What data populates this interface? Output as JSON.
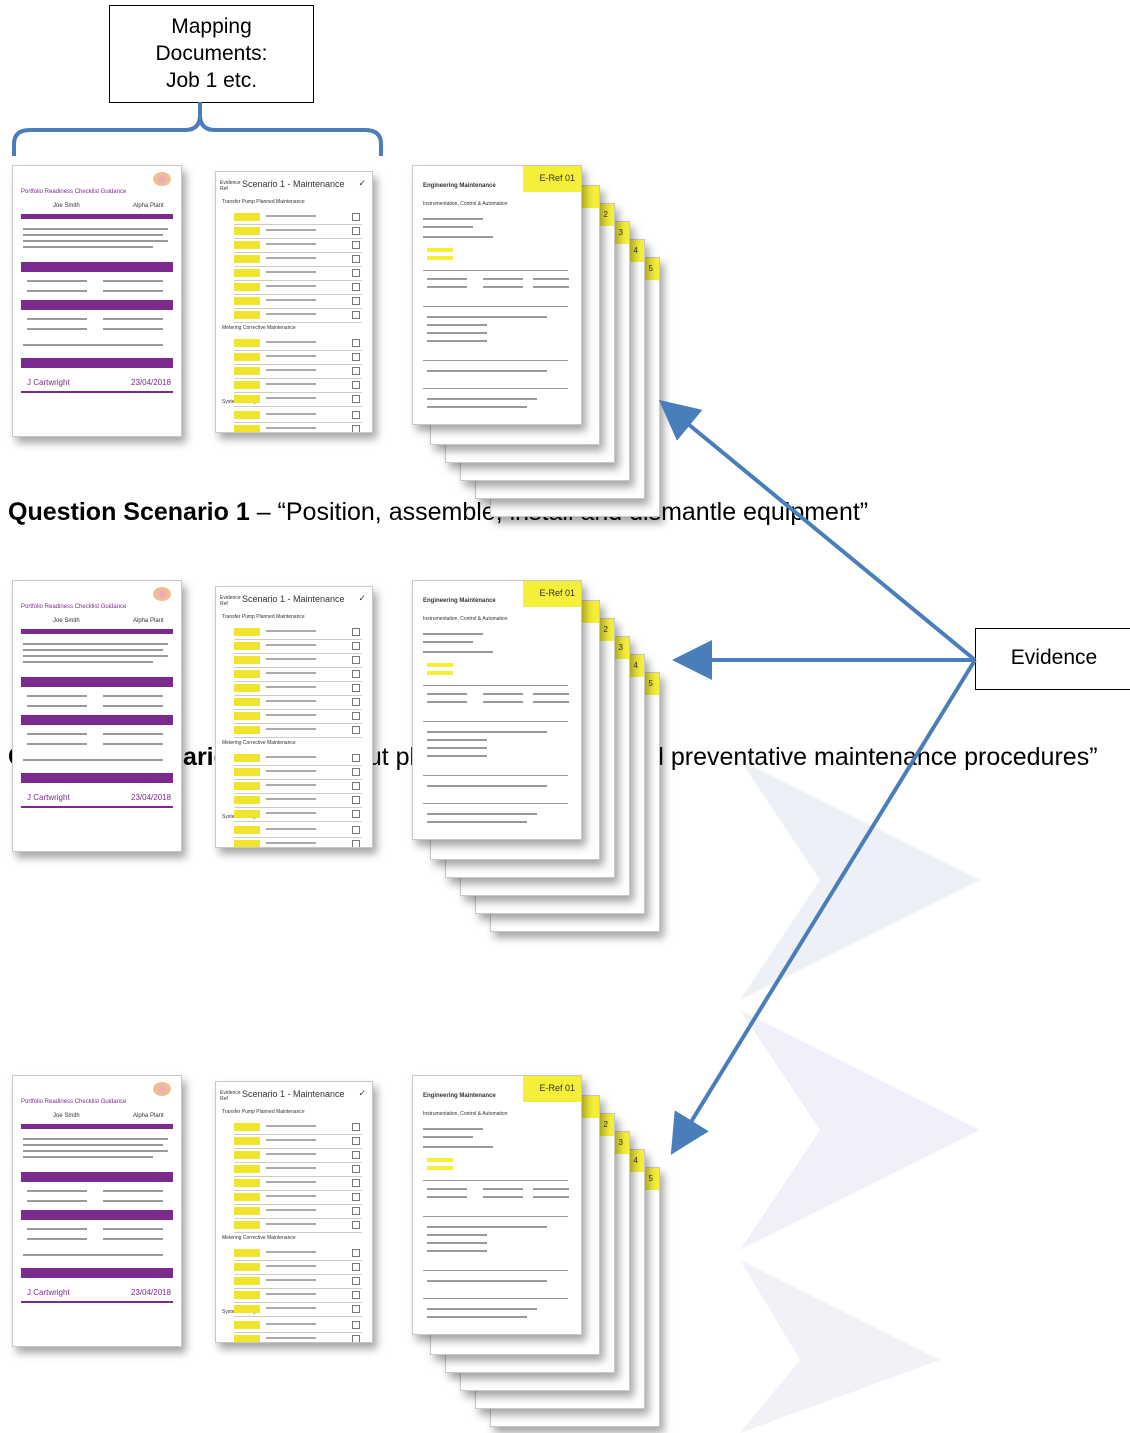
{
  "labels": {
    "mapping_box": [
      "Mapping",
      "Documents:",
      "Job 1 etc."
    ],
    "evidence_box": "Evidence"
  },
  "captions": {
    "q1_bold": "Question Scenario 1",
    "q1_rest": " – “Position, assemble, install and dismantle equipment”",
    "q2_bold": "Question Scenario 2",
    "q2_rest": " – “Carry out planned, unplanned and preventative maintenance procedures”"
  },
  "documents": {
    "checklist_title": "Portfolio Readiness Checklist Guidance",
    "checklist_names": [
      "Joe Smith",
      "Alpha Plant"
    ],
    "checklist_signature": "J Cartwright",
    "checklist_date": "23/04/2018",
    "mapping_title": "Scenario 1 - Maintenance",
    "mapping_header_ref": "Evidence Ref",
    "mapping_tick": "✓",
    "mapping_sections": [
      "Transfer Pump Planned Maintenance",
      "Metering Corrective Maintenance",
      "System Testing"
    ],
    "evidence_title": "Engineering Maintenance",
    "evidence_subtitle": "Instrumentation, Control & Automation",
    "evidence_ref": "E-Ref 01",
    "stack_numbers": [
      "2",
      "3",
      "4",
      "5"
    ]
  },
  "colors": {
    "arrow": "#4a7ebb",
    "purple": "#7a2b8d",
    "highlight": "#f6ef3a"
  }
}
